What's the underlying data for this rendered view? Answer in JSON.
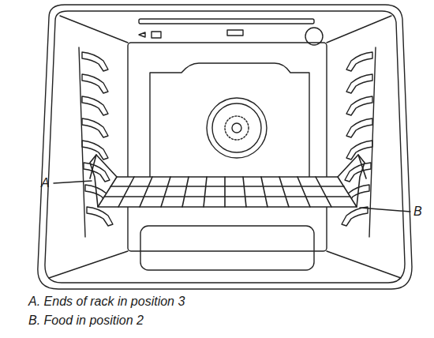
{
  "diagram": {
    "labels": [
      "A",
      "B",
      "A. Ends of rack in position 3",
      "B. Food in position 2"
    ]
  }
}
